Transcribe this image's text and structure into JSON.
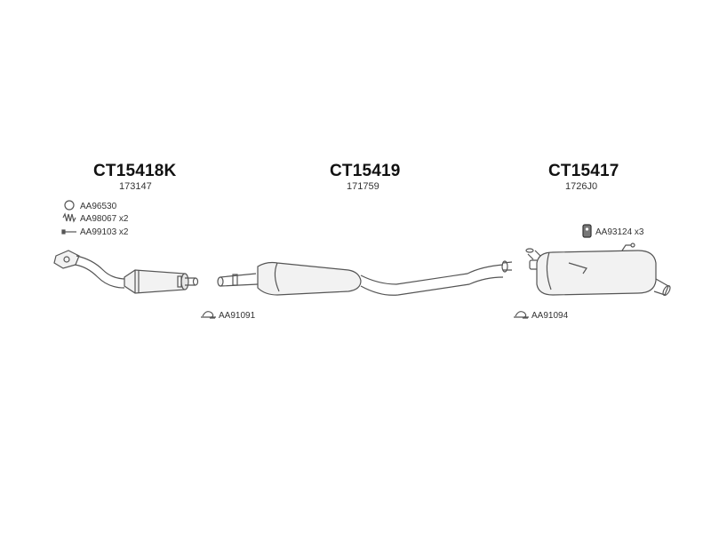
{
  "groups": [
    {
      "code": "CT15418K",
      "ref": "173147",
      "accessories": [
        {
          "icon": "ring-clamp-icon",
          "label": "AA96530"
        },
        {
          "icon": "spring-icon",
          "label": "AA98067 x2"
        },
        {
          "icon": "bolt-icon",
          "label": "AA99103 x2"
        },
        {
          "icon": "hanger-bracket-icon",
          "label": "AA91091"
        }
      ]
    },
    {
      "code": "CT15419",
      "ref": "171759",
      "accessories": []
    },
    {
      "code": "CT15417",
      "ref": "1726J0",
      "accessories": [
        {
          "icon": "rubber-mount-icon",
          "label": "AA93124 x3"
        },
        {
          "icon": "hanger-bracket-icon",
          "label": "AA91094"
        }
      ]
    }
  ],
  "colors": {
    "line": "#555555",
    "fill": "#f2f2f2",
    "shade": "#dcdcdc"
  }
}
